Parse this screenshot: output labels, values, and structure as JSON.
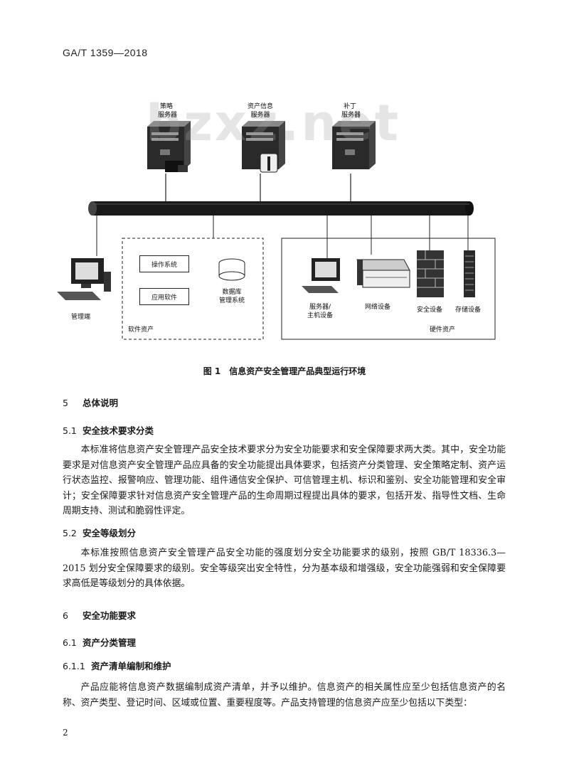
{
  "header": {
    "doc_code": "GA/T 1359—2018"
  },
  "figure": {
    "watermark": "bzxz.net",
    "servers": [
      {
        "line1": "策略",
        "line2": "服务器"
      },
      {
        "line1": "资产信息",
        "line2": "服务器"
      },
      {
        "line1": "补丁",
        "line2": "服务器"
      }
    ],
    "admin_label": "管理端",
    "software_assets": {
      "os": "操作系统",
      "app": "应用软件",
      "db_line1": "数据库",
      "db_line2": "管理系统",
      "group": "软件资产"
    },
    "hardware_assets": {
      "host_line1": "服务器/",
      "host_line2": "主机设备",
      "network": "网络设备",
      "security": "安全设备",
      "storage": "存储设备",
      "group": "硬件资产"
    },
    "caption": "图 1　信息资产安全管理产品典型运行环境"
  },
  "sections": {
    "s5": {
      "num": "5",
      "title": "总体说明"
    },
    "s5_1": {
      "num": "5.1",
      "title": "安全技术要求分类"
    },
    "p5_1": "本标准将信息资产安全管理产品安全技术要求分为安全功能要求和安全保障要求两大类。其中，安全功能要求是对信息资产安全管理产品应具备的安全功能提出具体要求，包括资产分类管理、安全策略定制、资产运行状态监控、报警响应、管理功能、组件通信安全保护、可信管理主机、标识和鉴别、安全功能管理和安全审计；安全保障要求针对信息资产安全管理产品的生命周期过程提出具体的要求，包括开发、指导性文档、生命周期支持、测试和脆弱性评定。",
    "s5_2": {
      "num": "5.2",
      "title": "安全等级划分"
    },
    "p5_2": "本标准按照信息资产安全管理产品安全功能的强度划分安全功能要求的级别，按照 GB/T 18336.3—2015 划分安全保障要求的级别。安全等级突出安全特性，分为基本级和增强级，安全功能强弱和安全保障要求高低是等级划分的具体依据。",
    "s6": {
      "num": "6",
      "title": "安全功能要求"
    },
    "s6_1": {
      "num": "6.1",
      "title": "资产分类管理"
    },
    "s6_1_1": {
      "num": "6.1.1",
      "title": "资产清单编制和维护"
    },
    "p6_1_1": "产品应能将信息资产数据编制成资产清单，并予以维护。信息资产的相关属性应至少包括信息资产的名称、资产类型、登记时间、区域或位置、重要程度等。产品支持管理的信息资产应至少包括以下类型："
  },
  "footer": {
    "page_number": "2"
  }
}
